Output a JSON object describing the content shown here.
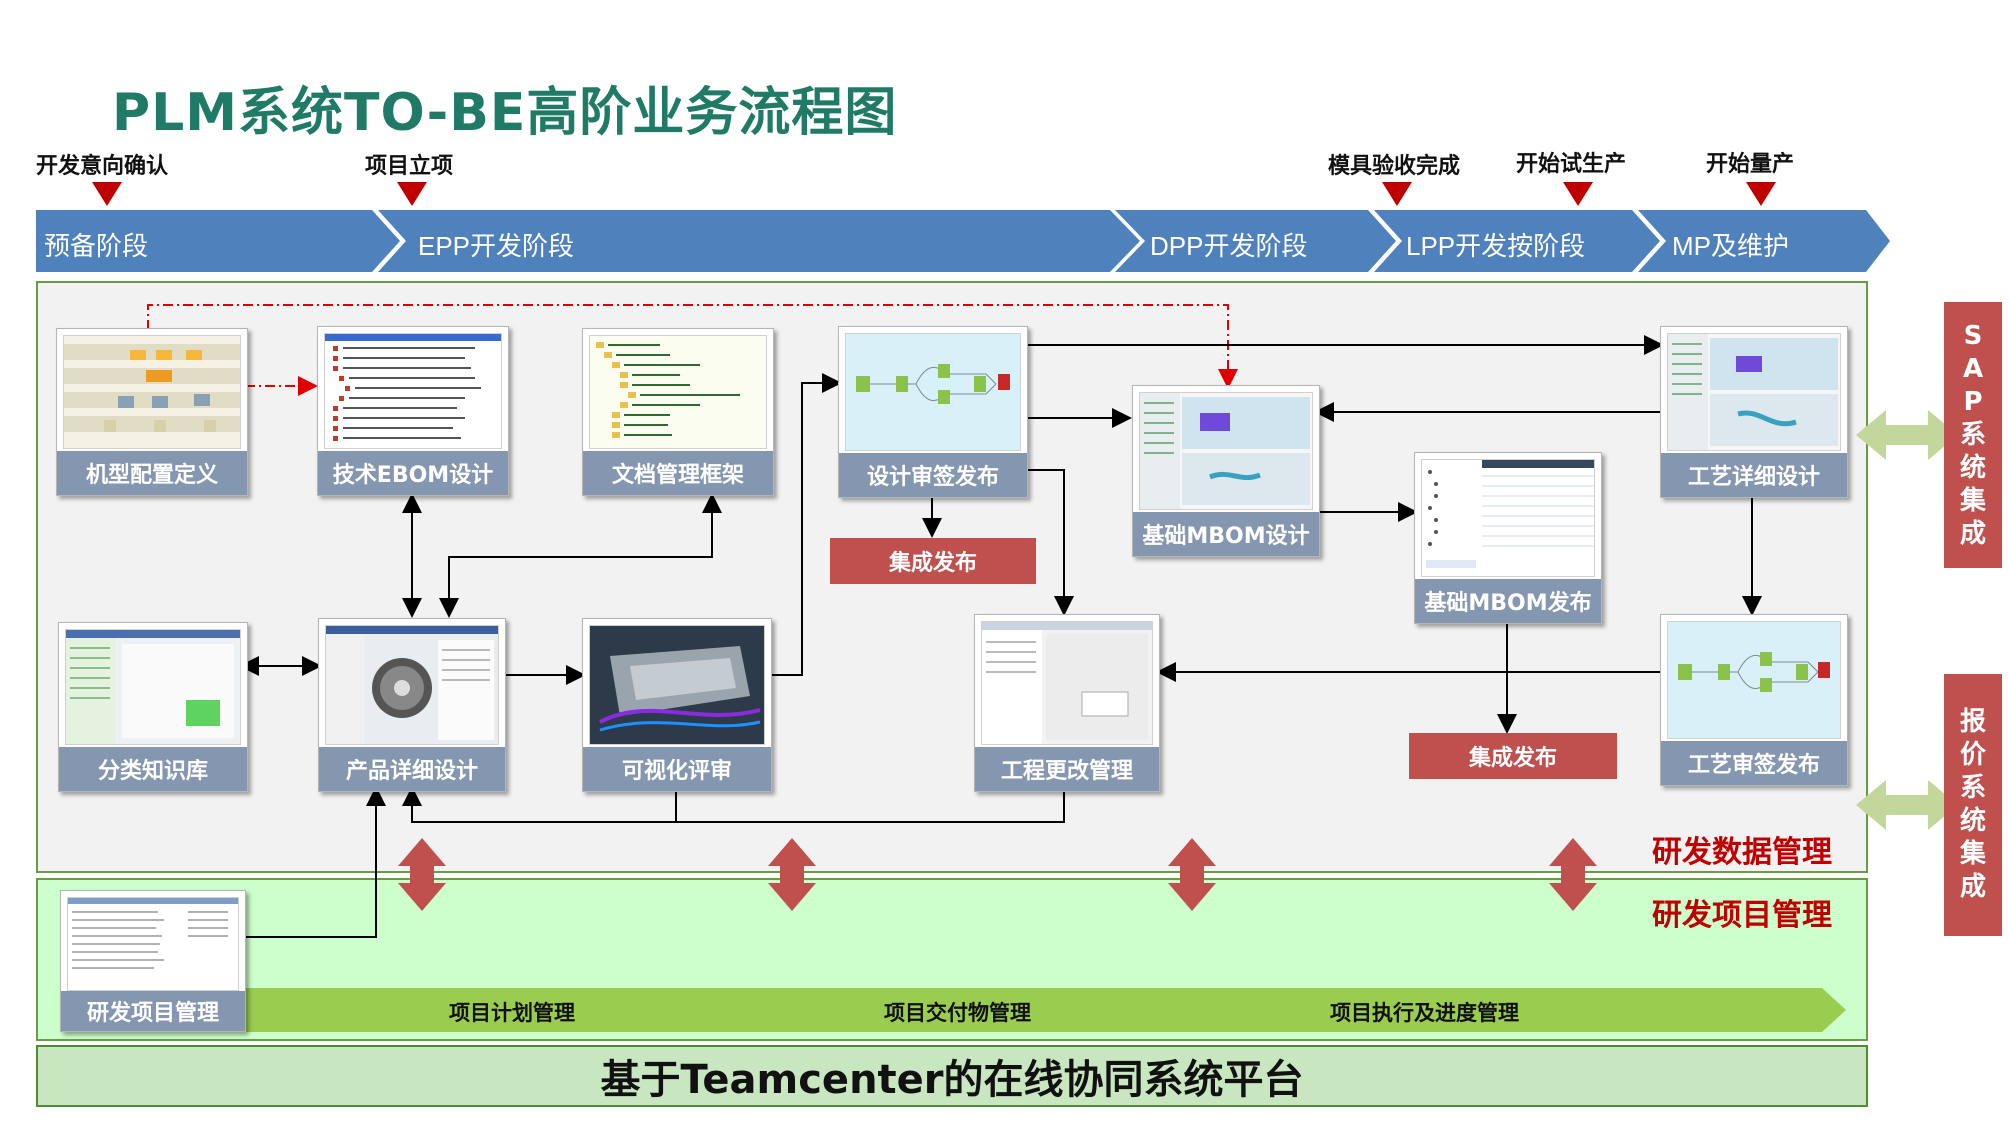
{
  "title": "PLM系统TO-BE高阶业务流程图",
  "milestones": [
    "开发意向确认",
    "项目立项",
    "模具验收完成",
    "开始试生产",
    "开始量产"
  ],
  "phases": [
    "预备阶段",
    "EPP开发阶段",
    "DPP开发阶段",
    "LPP开发按阶段",
    "MP及维护"
  ],
  "nodes": {
    "config": "机型配置定义",
    "ebom": "技术EBOM设计",
    "docs": "文档管理框架",
    "review_release": "设计审签发布",
    "mbom_design": "基础MBOM设计",
    "process_detail": "工艺详细设计",
    "classification": "分类知识库",
    "product_detail": "产品详细设计",
    "visual_review": "可视化评审",
    "ecm": "工程更改管理",
    "mbom_release": "基础MBOM发布",
    "process_release": "工艺审签发布",
    "project_mgmt": "研发项目管理"
  },
  "integrated_release_1": "集成发布",
  "integrated_release_2": "集成发布",
  "section_labels": {
    "rd_data": "研发数据管理",
    "rd_project": "研发项目管理"
  },
  "project_band": [
    "项目计划管理",
    "项目交付物管理",
    "项目执行及进度管理"
  ],
  "side_systems": {
    "sap": [
      "S",
      "A",
      "P",
      "系",
      "统",
      "集",
      "成"
    ],
    "quote": [
      "报",
      "价",
      "系",
      "统",
      "集",
      "成"
    ]
  },
  "platform": "基于Teamcenter的在线协同系统平台",
  "colors": {
    "title": "#1f7a66",
    "phase_bar": "#4f81bd",
    "node_label": "#8496b0",
    "red": "#c0504d",
    "milestone_marker": "#c00000",
    "gray_panel": "#f2f2f2",
    "green_panel": "#ccffcc"
  }
}
